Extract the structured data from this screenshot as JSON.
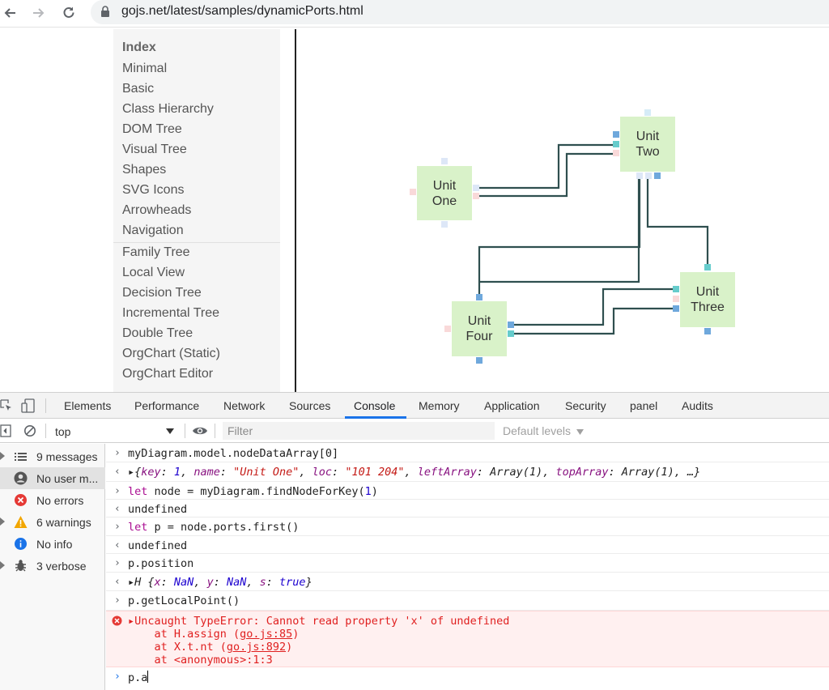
{
  "browser": {
    "url": "gojs.net/latest/samples/dynamicPorts.html"
  },
  "sample_index": {
    "title": "Index",
    "items": [
      "Minimal",
      "Basic",
      "Class Hierarchy",
      "DOM Tree",
      "Visual Tree",
      "Shapes",
      "SVG Icons",
      "Arrowheads",
      "Navigation",
      "Family Tree",
      "Local View",
      "Decision Tree",
      "Incremental Tree",
      "Double Tree",
      "OrgChart (Static)",
      "OrgChart Editor"
    ]
  },
  "diagram": {
    "nodes": [
      {
        "name": "Unit One",
        "line1": "Unit",
        "line2": "One"
      },
      {
        "name": "Unit Two",
        "line1": "Unit",
        "line2": "Two"
      },
      {
        "name": "Unit Three",
        "line1": "Unit",
        "line2": "Three"
      },
      {
        "name": "Unit Four",
        "line1": "Unit",
        "line2": "Four"
      }
    ],
    "colors": {
      "node_fill": "#d9f2c9",
      "link": "#2f4f4f",
      "port_blue": "#6fa8dc",
      "port_teal": "#66cccc",
      "port_pink": "#f9d9d9",
      "port_lavender": "#dde7f7"
    }
  },
  "devtools": {
    "tabs": [
      "Elements",
      "Performance",
      "Network",
      "Sources",
      "Console",
      "Memory",
      "Application",
      "Security",
      "panel",
      "Audits"
    ],
    "active_tab": "Console",
    "context": "top",
    "filter_placeholder": "Filter",
    "levels": "Default levels",
    "sidebar": [
      {
        "label": "9 messages",
        "icon": "list-icon"
      },
      {
        "label": "No user m...",
        "icon": "user-icon"
      },
      {
        "label": "No errors",
        "icon": "error-icon"
      },
      {
        "label": "6 warnings",
        "icon": "warning-icon"
      },
      {
        "label": "No info",
        "icon": "info-icon"
      },
      {
        "label": "3 verbose",
        "icon": "bug-icon"
      }
    ],
    "console": {
      "l1": "myDiagram.model.nodeDataArray[0]",
      "l2_key": "1",
      "l2_name": "\"Unit One\"",
      "l2_loc": "\"101 204\"",
      "l2_left": "Array(1)",
      "l2_top": "Array(1)",
      "l3_kw": "let",
      "l3_rest": " node = myDiagram.findNodeForKey(",
      "l3_num": "1",
      "l4": "undefined",
      "l5_kw": "let",
      "l5_rest": " p = node.ports.first()",
      "l6": "undefined",
      "l7": "p.position",
      "l8_x": "NaN",
      "l8_y": "NaN",
      "l8_s": "true",
      "l9": "p.getLocalPoint()",
      "err1": "Uncaught TypeError: Cannot read property 'x' of undefined",
      "err2_pre": "    at H.assign (",
      "err2_link": "go.js:85",
      "err3_pre": "    at X.t.nt (",
      "err3_link": "go.js:892",
      "err4": "    at <anonymous>:1:3",
      "input": "p.a"
    }
  }
}
